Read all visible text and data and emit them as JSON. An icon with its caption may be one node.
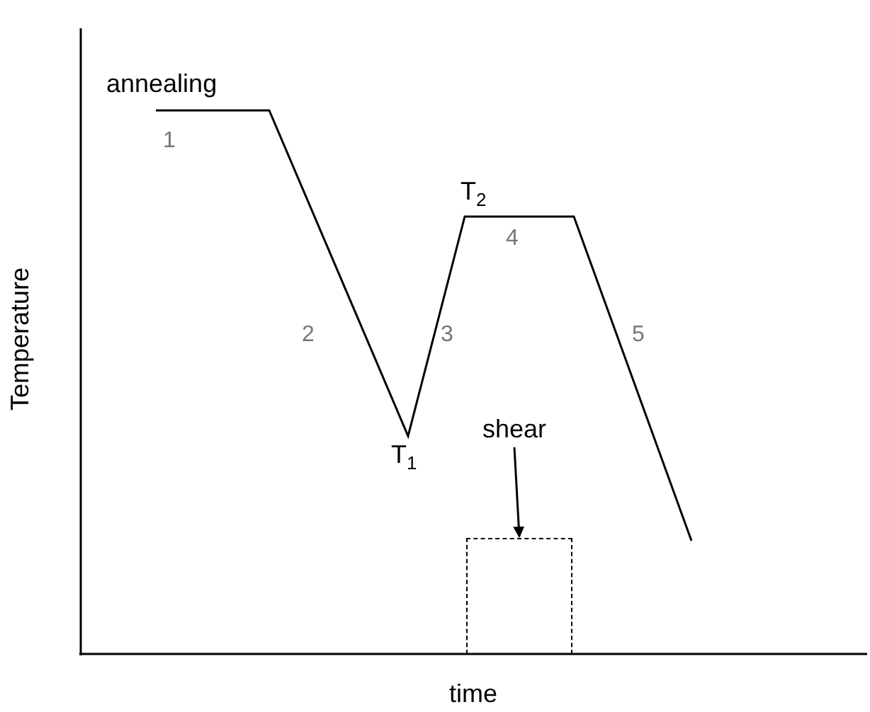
{
  "diagram": {
    "nodes": [
      {
        "text": [
          "shear"
        ]
      },
      {
        "text": [],
        "shape": "box"
      }
    ],
    "edges": [
      {
        "from": 0,
        "to": 1,
        "arrow": "to"
      }
    ],
    "labels": [
      "annealing",
      "1",
      "T$_{2}$",
      "4",
      "Temperature",
      "2",
      "3",
      "5",
      "T$_{1}$",
      "time"
    ]
  }
}
